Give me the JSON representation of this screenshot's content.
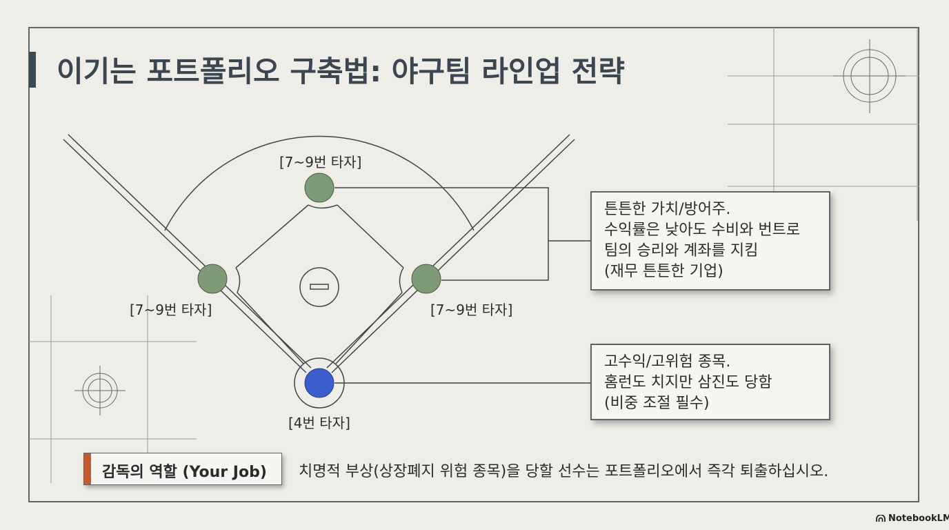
{
  "title": "이기는 포트폴리오 구축법: 야구팀 라인업 전략",
  "positions": {
    "top_label": "[7~9번 타자]",
    "left_label": "[7~9번 타자]",
    "right_label": "[7~9번 타자]",
    "home_label": "[4번 타자]"
  },
  "callout_defensive": {
    "lines": [
      "튼튼한 가치/방어주.",
      "수익률은 낮아도 수비와 번트로",
      "팀의 승리와 계좌를 지킴",
      "(재무 튼튼한 기업)"
    ]
  },
  "callout_slugger": {
    "lines": [
      "고수익/고위험 종목.",
      "홈런도 치지만 삼진도 당함",
      "(비중 조절 필수)"
    ]
  },
  "job": {
    "label": "감독의 역할 (Your Job)",
    "text": "치명적 부상(상장폐지 위험 종목)을 당할 선수는 포트폴리오에서 즉각 퇴출하십시오."
  },
  "brand": "NotebookLM",
  "colors": {
    "support_player": "#7f9a77",
    "cleanup_hitter": "#3a5fcd",
    "accent": "#c15a30",
    "line": "#5c6268"
  }
}
